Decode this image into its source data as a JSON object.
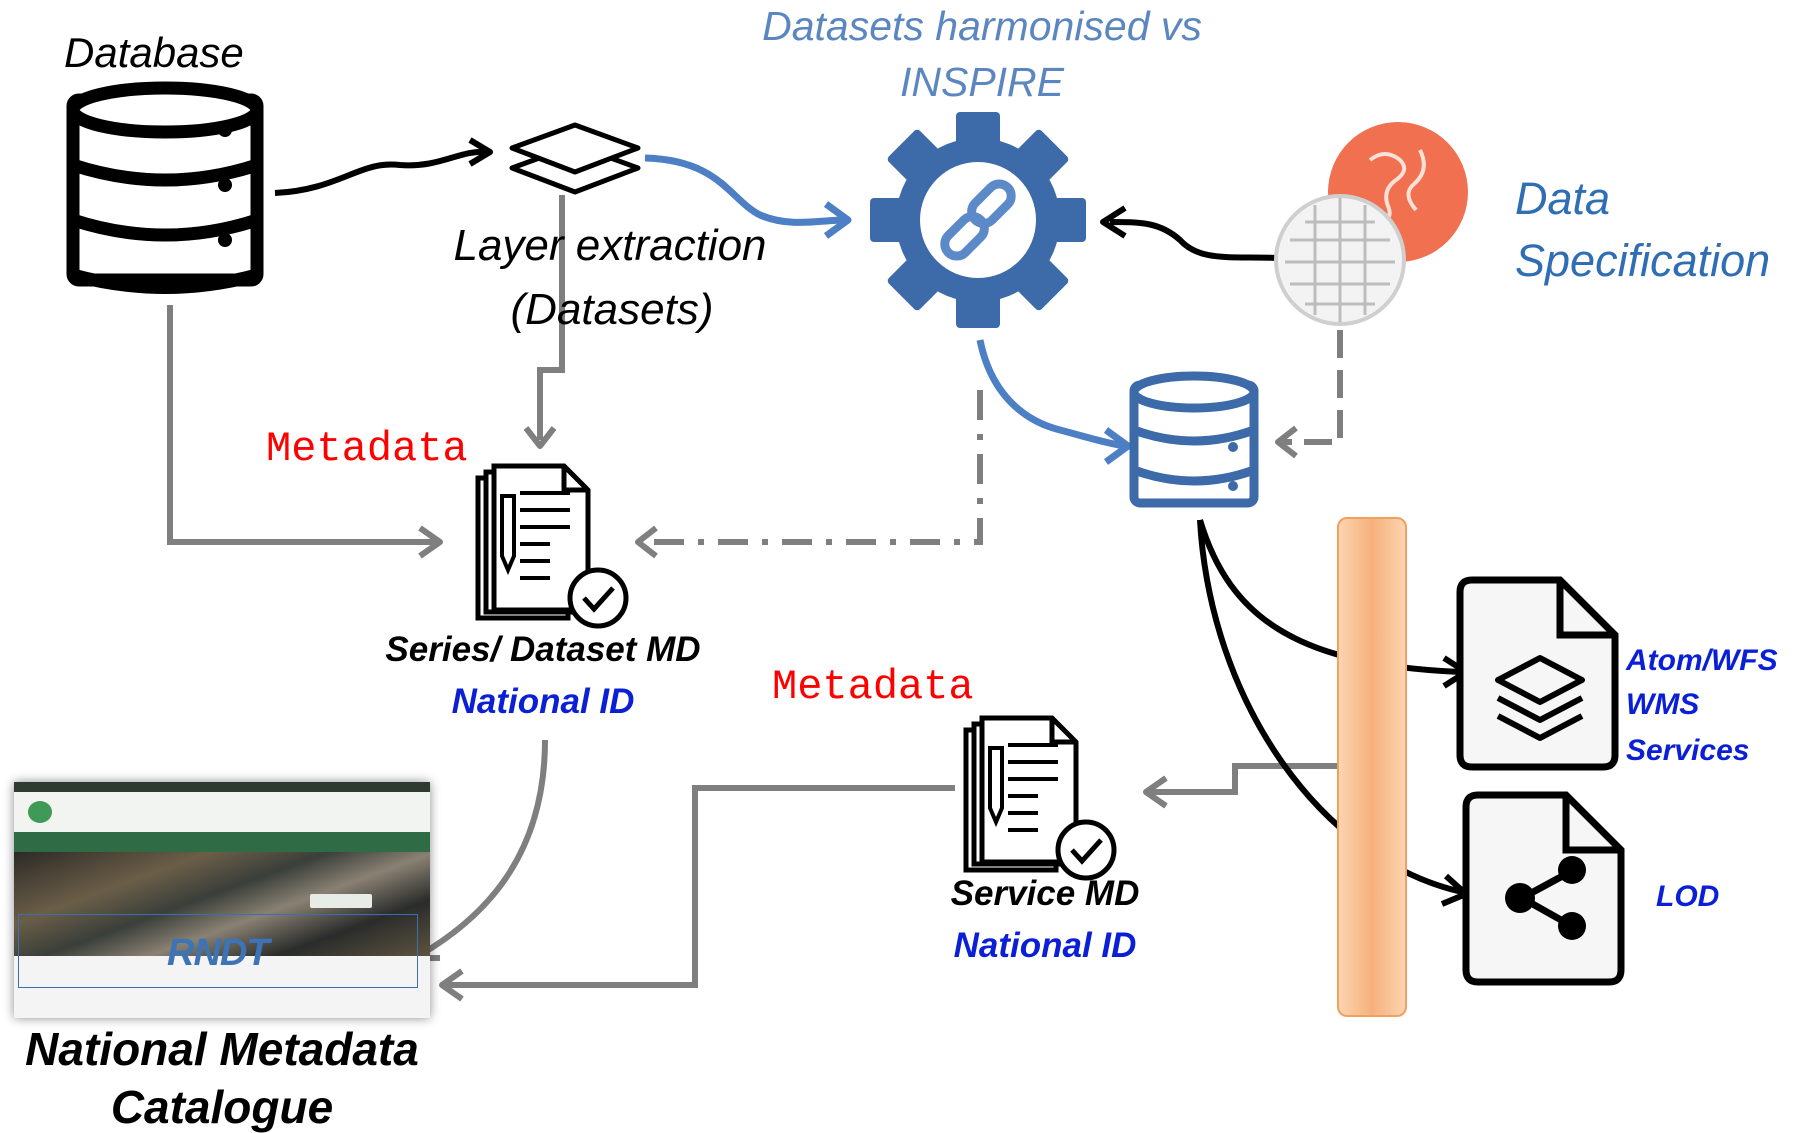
{
  "labels": {
    "database": "Database",
    "harmonised_line1": "Datasets harmonised vs",
    "harmonised_line2": "INSPIRE",
    "data_spec_line1": "Data",
    "data_spec_line2": "Specification",
    "layer_line1": "Layer extraction",
    "layer_line2": "(Datasets)",
    "metadata_1": "Metadata",
    "metadata_2": "Metadata",
    "series_md": "Series/ Dataset MD",
    "national_id_1": "National ID",
    "service_md": "Service MD",
    "national_id_2": "National ID",
    "services_line1": "Atom/WFS",
    "services_line2": "WMS",
    "services_line3": "Services",
    "lod": "LOD",
    "catalogue_line1": "National Metadata",
    "catalogue_line2": "Catalogue",
    "rndt": "RNDT"
  },
  "colors": {
    "black": "#000000",
    "blue_arrow": "#4d7fc4",
    "gray_arrow": "#7f7f7f",
    "gear": "#3d6aa8",
    "label_blue": "#5b86bf",
    "id_blue": "#0a1fd6",
    "metadata_red": "#ff0000",
    "bar_orange": "#f6b07c",
    "globe_orange": "#f07050"
  },
  "icons": [
    "database-icon",
    "layers-icon",
    "gear-link-icon",
    "globe-icon",
    "harmonised-database-icon",
    "document-check-icon",
    "file-layers-icon",
    "file-share-icon"
  ]
}
